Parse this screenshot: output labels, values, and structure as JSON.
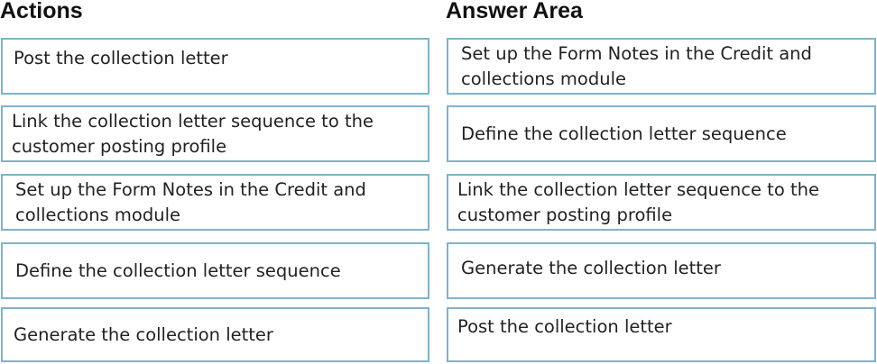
{
  "actions": {
    "title": "Actions",
    "items": [
      "Post the collection letter",
      "Link the collection letter sequence to the\ncustomer posting profile",
      "Set up the Form Notes in the Credit and\ncollections module",
      "Define the collection letter sequence",
      "Generate the collection letter"
    ]
  },
  "answer_area": {
    "title": "Answer Area",
    "items": [
      "Set up the Form Notes in the Credit and\ncollections module",
      "Define the collection letter sequence",
      "Link the collection letter sequence to the\ncustomer posting profile",
      "Generate the collection letter",
      "Post the collection letter"
    ]
  },
  "colors": {
    "border": "#7fb3c9"
  }
}
